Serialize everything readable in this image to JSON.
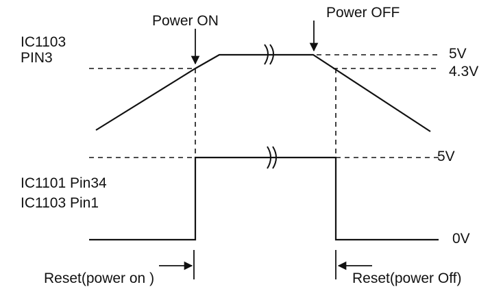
{
  "diagram": {
    "arrows": {
      "power_on": "Power ON",
      "power_off": "Power OFF"
    },
    "signals": {
      "top": {
        "line1": "IC1103",
        "line2": "PIN3"
      },
      "bottom": {
        "line1": "IC1101 Pin34",
        "line2": "IC1103 Pin1"
      }
    },
    "levels": {
      "top_high": "5V",
      "threshold": "4.3V",
      "bottom_high": "5V",
      "bottom_low": "0V"
    },
    "reset": {
      "power_on": "Reset(power on )",
      "power_off": "Reset(power Off)"
    },
    "colors": {
      "line": "#111111",
      "background": "#ffffff"
    }
  }
}
